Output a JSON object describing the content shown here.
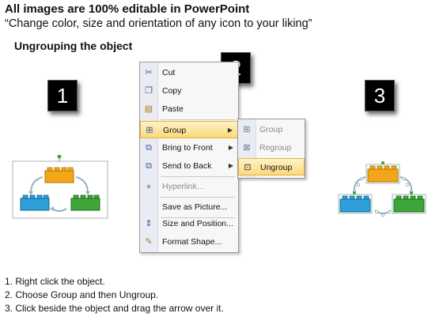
{
  "header": {
    "title": "All images are 100% editable in PowerPoint",
    "subtitle": "“Change color, size and orientation of any icon to your liking”"
  },
  "section_title": "Ungrouping the object",
  "step_badges": [
    "1",
    "2",
    "3"
  ],
  "context_menu": {
    "items": [
      {
        "label": "Cut",
        "icon": "scissors-icon",
        "submenu": false,
        "disabled": false,
        "highlighted": false
      },
      {
        "label": "Copy",
        "icon": "copy-icon",
        "submenu": false,
        "disabled": false,
        "highlighted": false
      },
      {
        "label": "Paste",
        "icon": "paste-icon",
        "submenu": false,
        "disabled": false,
        "highlighted": false
      },
      {
        "label": "Group",
        "icon": "group-icon",
        "submenu": true,
        "disabled": false,
        "highlighted": true
      },
      {
        "label": "Bring to Front",
        "icon": "bring-to-front-icon",
        "submenu": true,
        "disabled": false,
        "highlighted": false
      },
      {
        "label": "Send to Back",
        "icon": "send-to-back-icon",
        "submenu": true,
        "disabled": false,
        "highlighted": false
      },
      {
        "label": "Hyperlink...",
        "icon": "hyperlink-icon",
        "submenu": false,
        "disabled": true,
        "highlighted": false
      },
      {
        "label": "Save as Picture...",
        "icon": "",
        "submenu": false,
        "disabled": false,
        "highlighted": false
      },
      {
        "label": "Size and Position...",
        "icon": "size-position-icon",
        "submenu": false,
        "disabled": false,
        "highlighted": false
      },
      {
        "label": "Format Shape...",
        "icon": "format-shape-icon",
        "submenu": false,
        "disabled": false,
        "highlighted": false
      }
    ]
  },
  "group_submenu": {
    "items": [
      {
        "label": "Group",
        "icon": "group-icon",
        "disabled": true,
        "highlighted": false
      },
      {
        "label": "Regroup",
        "icon": "regroup-icon",
        "disabled": true,
        "highlighted": false
      },
      {
        "label": "Ungroup",
        "icon": "ungroup-icon",
        "disabled": false,
        "highlighted": true
      }
    ]
  },
  "block_colors": {
    "orange": "#f2a51a",
    "blue": "#2e9fd8",
    "green": "#3da53a"
  },
  "steps": [
    "1.  Right click the object.",
    "2.  Choose Group and then Ungroup.",
    "3.  Click beside the object and drag the arrow over it."
  ]
}
